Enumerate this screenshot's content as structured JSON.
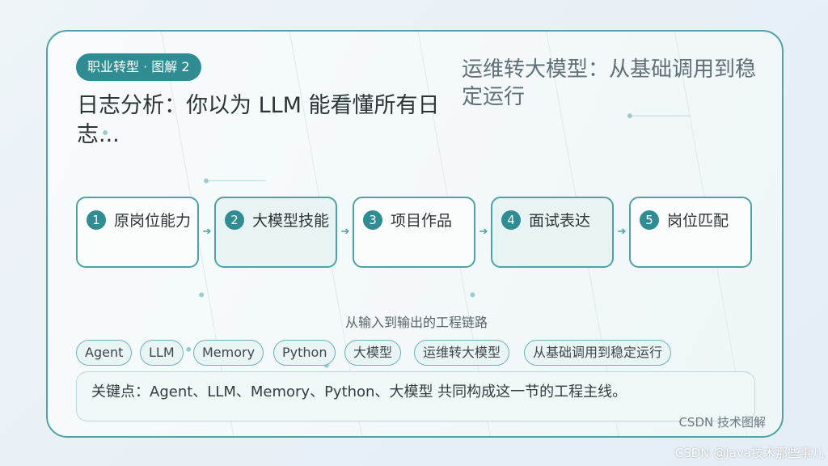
{
  "badge": "职业转型 · 图解 2",
  "main_title": "日志分析：你以为 LLM 能看懂所有日志...",
  "side_title": "运维转大模型：从基础调用到稳定运行",
  "steps": [
    {
      "num": "1",
      "label": "原岗位能力"
    },
    {
      "num": "2",
      "label": "大模型技能"
    },
    {
      "num": "3",
      "label": "项目作品"
    },
    {
      "num": "4",
      "label": "面试表达"
    },
    {
      "num": "5",
      "label": "岗位匹配"
    }
  ],
  "caption": "从输入到输出的工程链路",
  "tags": [
    "Agent",
    "LLM",
    "Memory",
    "Python",
    "大模型",
    "运维转大模型",
    "从基础调用到稳定运行"
  ],
  "keypoint": "关键点：Agent、LLM、Memory、Python、大模型 共同构成这一节的工程主线。",
  "footer": "CSDN 技术图解",
  "watermark": "CSDN @Java技术那些事儿",
  "icons": {
    "arrow": "arrow-right-icon"
  },
  "colors": {
    "accent": "#2f8c93",
    "border": "#4fa2a6"
  }
}
